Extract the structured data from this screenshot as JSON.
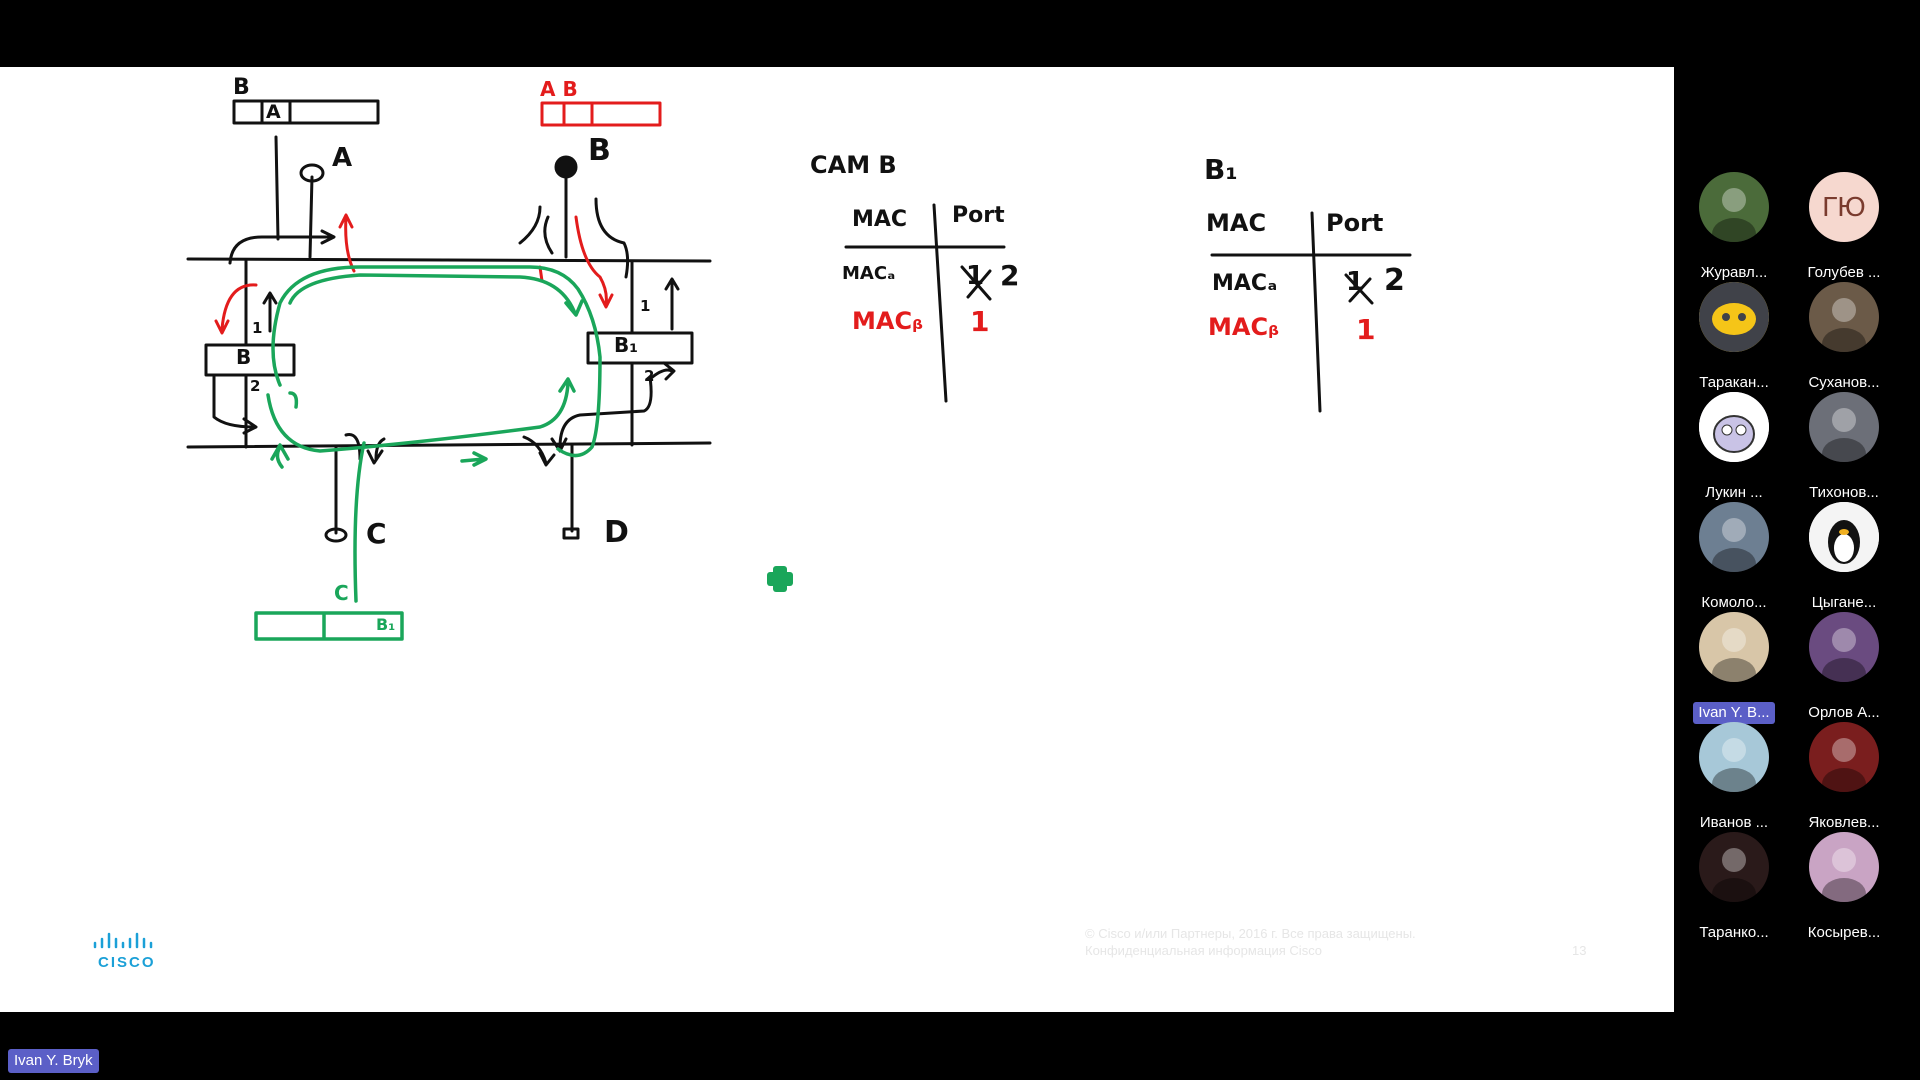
{
  "slide": {
    "switches": {
      "left": "B",
      "right": "B₁"
    },
    "hosts": {
      "a": "A",
      "b": "B",
      "c": "C",
      "d": "D"
    },
    "ports": {
      "left_top": "1",
      "left_bottom": "2",
      "right_top": "1",
      "right_bottom": "2"
    },
    "frames": {
      "top_left_label": "B",
      "top_left_cell": "A",
      "top_right_label": "A B",
      "bottom_cell": "C",
      "bottom_label": "B₁"
    },
    "cam_b": {
      "title": "CAM  B",
      "col_mac": "MAC",
      "col_port": "Port",
      "rows": [
        {
          "mac": "MACₐ",
          "port": "2",
          "crossed": "1"
        },
        {
          "mac": "MACᵦ",
          "port": "1"
        }
      ]
    },
    "cam_b1": {
      "title": "B₁",
      "col_mac": "MAC",
      "col_port": "Port",
      "rows": [
        {
          "mac": "MACₐ",
          "port": "2",
          "crossed": "1"
        },
        {
          "mac": "MACᵦ",
          "port": "1"
        }
      ]
    },
    "footer": {
      "copyright": "© Cisco и/или Партнеры, 2016 г. Все права защищены.",
      "confidential": "Конфиденциальная информация Cisco",
      "page": "13",
      "logo_text": "CISCO"
    }
  },
  "participants": [
    {
      "name": "Журавл...",
      "avatar": "photo"
    },
    {
      "name": "Голубев ...",
      "initials": "ГЮ"
    },
    {
      "name": "Таракан...",
      "avatar": "discord"
    },
    {
      "name": "Суханов...",
      "avatar": "photo"
    },
    {
      "name": "Лукин ...",
      "avatar": "cartoon"
    },
    {
      "name": "Тихонов...",
      "avatar": "photo"
    },
    {
      "name": "Комоло...",
      "avatar": "photo"
    },
    {
      "name": "Цыгане...",
      "avatar": "penguin"
    },
    {
      "name": "Ivan Y. B...",
      "avatar": "photo",
      "active": true
    },
    {
      "name": "Орлов А...",
      "avatar": "photo"
    },
    {
      "name": "Иванов ...",
      "avatar": "photo"
    },
    {
      "name": "Яковлев...",
      "avatar": "photo"
    },
    {
      "name": "Таранко...",
      "avatar": "photo"
    },
    {
      "name": "Косырев...",
      "avatar": "photo"
    }
  ],
  "speaker": {
    "name": "Ivan Y. Bryk"
  },
  "colors": {
    "red": "#e31c1c",
    "green": "#1aa65a",
    "ink": "#111111",
    "active": "#5b5fc7"
  }
}
